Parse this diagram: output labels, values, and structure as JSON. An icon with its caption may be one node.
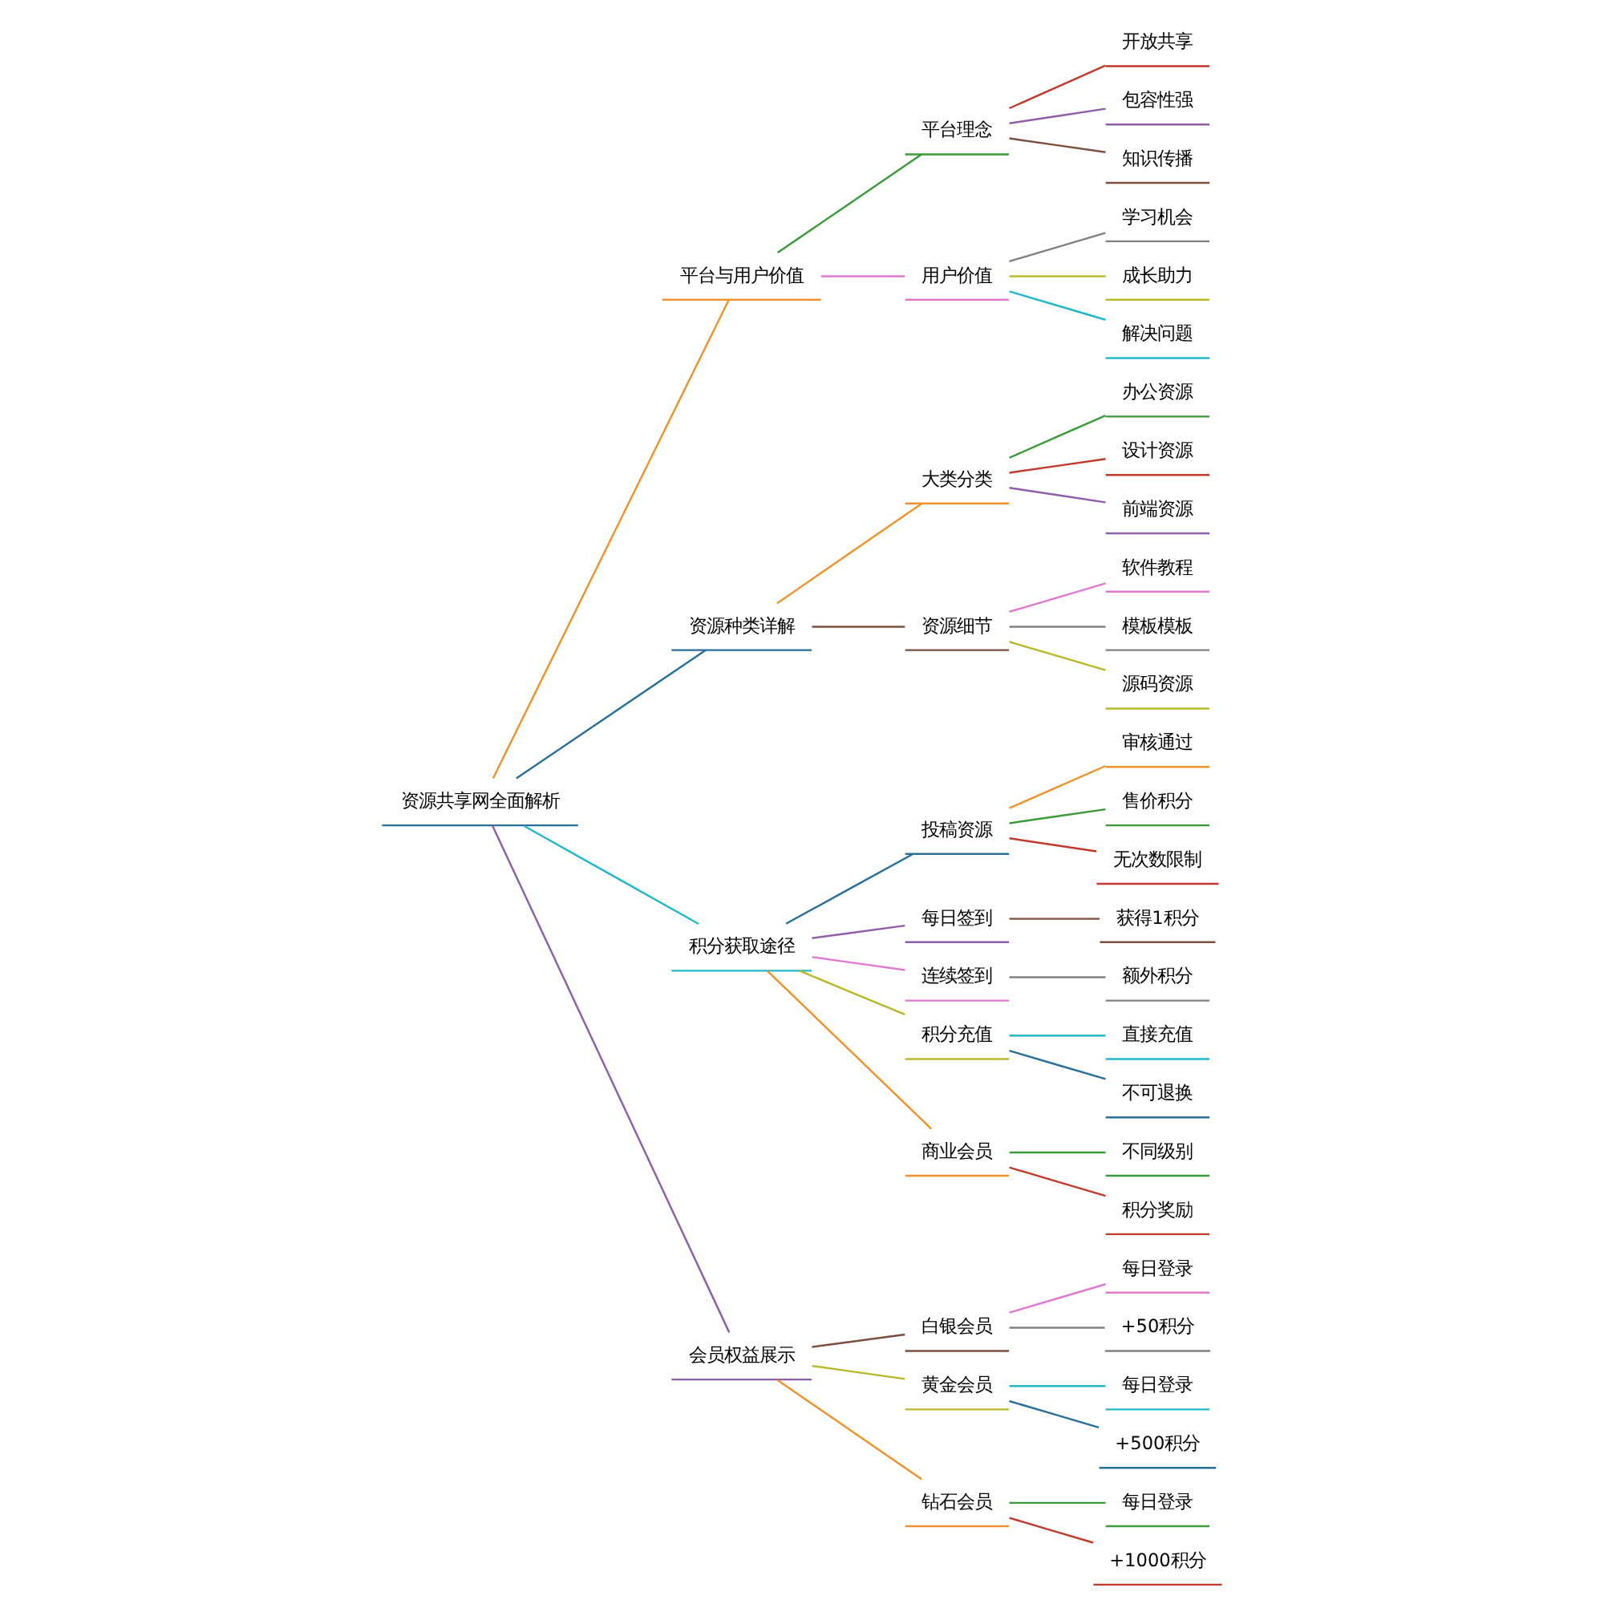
{
  "diagram": {
    "nodes": [
      {
        "text": [
          "资源共享网全面解析"
        ]
      },
      {
        "text": [
          "平台与用户价值"
        ]
      },
      {
        "text": [
          "平台理念"
        ]
      },
      {
        "text": [
          "开放共享"
        ]
      },
      {
        "text": [
          "包容性强"
        ]
      },
      {
        "text": [
          "知识传播"
        ]
      },
      {
        "text": [
          "用户价值"
        ]
      },
      {
        "text": [
          "学习机会"
        ]
      },
      {
        "text": [
          "成长助力"
        ]
      },
      {
        "text": [
          "解决问题"
        ]
      },
      {
        "text": [
          "资源种类详解"
        ]
      },
      {
        "text": [
          "大类分类"
        ]
      },
      {
        "text": [
          "办公资源"
        ]
      },
      {
        "text": [
          "设计资源"
        ]
      },
      {
        "text": [
          "前端资源"
        ]
      },
      {
        "text": [
          "资源细节"
        ]
      },
      {
        "text": [
          "软件教程"
        ]
      },
      {
        "text": [
          "模板模板"
        ]
      },
      {
        "text": [
          "源码资源"
        ]
      },
      {
        "text": [
          "积分获取途径"
        ]
      },
      {
        "text": [
          "投稿资源"
        ]
      },
      {
        "text": [
          "审核通过"
        ]
      },
      {
        "text": [
          "售价积分"
        ]
      },
      {
        "text": [
          "无次数限制"
        ]
      },
      {
        "text": [
          "每日签到"
        ]
      },
      {
        "text": [
          "获得1积分"
        ]
      },
      {
        "text": [
          "连续签到"
        ]
      },
      {
        "text": [
          "额外积分"
        ]
      },
      {
        "text": [
          "积分充值"
        ]
      },
      {
        "text": [
          "直接充值"
        ]
      },
      {
        "text": [
          "不可退换"
        ]
      },
      {
        "text": [
          "商业会员"
        ]
      },
      {
        "text": [
          "不同级别"
        ]
      },
      {
        "text": [
          "积分奖励"
        ]
      },
      {
        "text": [
          "会员权益展示"
        ]
      },
      {
        "text": [
          "白银会员"
        ]
      },
      {
        "text": [
          "每日登录"
        ]
      },
      {
        "text": [
          "+50积分"
        ]
      },
      {
        "text": [
          "黄金会员"
        ]
      },
      {
        "text": [
          "每日登录"
        ]
      },
      {
        "text": [
          "+500积分"
        ]
      },
      {
        "text": [
          "钻石会员"
        ]
      },
      {
        "text": [
          "每日登录"
        ]
      },
      {
        "text": [
          "+1000积分"
        ]
      }
    ],
    "edges": [
      {
        "from": 0,
        "to": 1,
        "arrow": "none",
        "color": "#f0922b"
      },
      {
        "from": 1,
        "to": 2,
        "arrow": "none",
        "color": "#3a9a3a"
      },
      {
        "from": 2,
        "to": 3,
        "arrow": "none",
        "color": "#c0392b"
      },
      {
        "from": 2,
        "to": 4,
        "arrow": "none",
        "color": "#8e5ea8"
      },
      {
        "from": 2,
        "to": 5,
        "arrow": "none",
        "color": "#7b4f3f"
      },
      {
        "from": 1,
        "to": 6,
        "arrow": "none",
        "color": "#e07ad0"
      },
      {
        "from": 6,
        "to": 7,
        "arrow": "none",
        "color": "#808080"
      },
      {
        "from": 6,
        "to": 8,
        "arrow": "none",
        "color": "#b8b82a"
      },
      {
        "from": 6,
        "to": 9,
        "arrow": "none",
        "color": "#22b8c8"
      },
      {
        "from": 0,
        "to": 10,
        "arrow": "none",
        "color": "#2a6f97"
      },
      {
        "from": 10,
        "to": 11,
        "arrow": "none",
        "color": "#f0922b"
      },
      {
        "from": 11,
        "to": 12,
        "arrow": "none",
        "color": "#3a9a3a"
      },
      {
        "from": 11,
        "to": 13,
        "arrow": "none",
        "color": "#c0392b"
      },
      {
        "from": 11,
        "to": 14,
        "arrow": "none",
        "color": "#8e5ea8"
      },
      {
        "from": 10,
        "to": 15,
        "arrow": "none",
        "color": "#7b4f3f"
      },
      {
        "from": 15,
        "to": 16,
        "arrow": "none",
        "color": "#e07ad0"
      },
      {
        "from": 15,
        "to": 17,
        "arrow": "none",
        "color": "#808080"
      },
      {
        "from": 15,
        "to": 18,
        "arrow": "none",
        "color": "#b8b82a"
      },
      {
        "from": 0,
        "to": 19,
        "arrow": "none",
        "color": "#22b8c8"
      },
      {
        "from": 19,
        "to": 20,
        "arrow": "none",
        "color": "#2a6f97"
      },
      {
        "from": 20,
        "to": 21,
        "arrow": "none",
        "color": "#f0922b"
      },
      {
        "from": 20,
        "to": 22,
        "arrow": "none",
        "color": "#3a9a3a"
      },
      {
        "from": 20,
        "to": 23,
        "arrow": "none",
        "color": "#c0392b"
      },
      {
        "from": 19,
        "to": 24,
        "arrow": "none",
        "color": "#8e5ea8"
      },
      {
        "from": 24,
        "to": 25,
        "arrow": "none",
        "color": "#7b4f3f"
      },
      {
        "from": 19,
        "to": 26,
        "arrow": "none",
        "color": "#e07ad0"
      },
      {
        "from": 26,
        "to": 27,
        "arrow": "none",
        "color": "#808080"
      },
      {
        "from": 19,
        "to": 28,
        "arrow": "none",
        "color": "#b8b82a"
      },
      {
        "from": 28,
        "to": 29,
        "arrow": "none",
        "color": "#22b8c8"
      },
      {
        "from": 28,
        "to": 30,
        "arrow": "none",
        "color": "#2a6f97"
      },
      {
        "from": 19,
        "to": 31,
        "arrow": "none",
        "color": "#f0922b"
      },
      {
        "from": 31,
        "to": 32,
        "arrow": "none",
        "color": "#3a9a3a"
      },
      {
        "from": 31,
        "to": 33,
        "arrow": "none",
        "color": "#c0392b"
      },
      {
        "from": 0,
        "to": 34,
        "arrow": "none",
        "color": "#8e5ea8"
      },
      {
        "from": 34,
        "to": 35,
        "arrow": "none",
        "color": "#7b4f3f"
      },
      {
        "from": 35,
        "to": 36,
        "arrow": "none",
        "color": "#e07ad0"
      },
      {
        "from": 35,
        "to": 37,
        "arrow": "none",
        "color": "#808080"
      },
      {
        "from": 34,
        "to": 38,
        "arrow": "none",
        "color": "#b8b82a"
      },
      {
        "from": 38,
        "to": 39,
        "arrow": "none",
        "color": "#22b8c8"
      },
      {
        "from": 38,
        "to": 40,
        "arrow": "none",
        "color": "#2a6f97"
      },
      {
        "from": 34,
        "to": 41,
        "arrow": "none",
        "color": "#f0922b"
      },
      {
        "from": 41,
        "to": 42,
        "arrow": "none",
        "color": "#3a9a3a"
      },
      {
        "from": 41,
        "to": 43,
        "arrow": "none",
        "color": "#c0392b"
      }
    ]
  }
}
